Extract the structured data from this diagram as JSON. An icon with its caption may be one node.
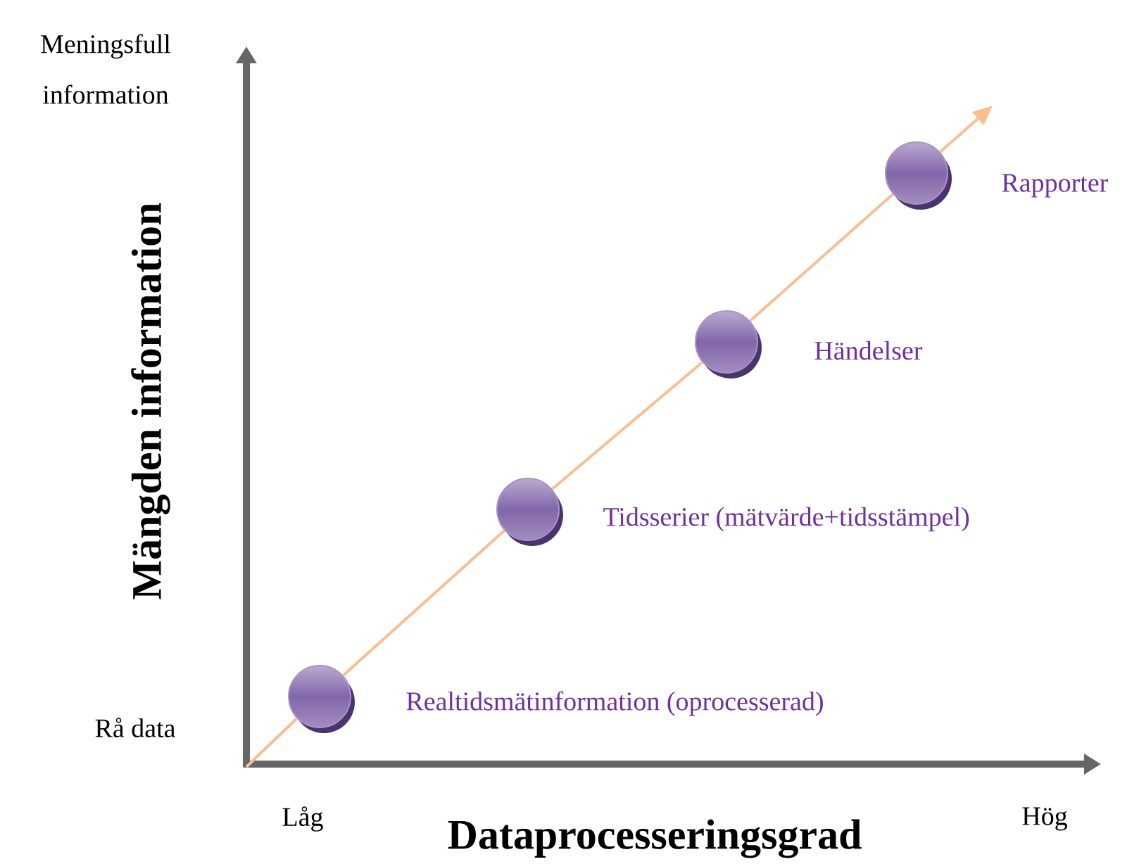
{
  "diagram": {
    "nodes": [
      {
        "text": [],
        "shape": "circle",
        "beside": [
          "Realtidsmätinformation (oprocesserad)"
        ]
      },
      {
        "text": [],
        "shape": "circle",
        "beside": [
          "Tidsserier (mätvärde+tidsstämpel)"
        ]
      },
      {
        "text": [],
        "shape": "circle",
        "beside": [
          "Händelser"
        ]
      },
      {
        "text": [],
        "shape": "circle",
        "beside": [
          "Rapporter"
        ]
      }
    ],
    "edges": [
      {
        "from": null,
        "to": 0,
        "arrow": "none"
      },
      {
        "from": 0,
        "to": 1,
        "arrow": "none"
      },
      {
        "from": 1,
        "to": 2,
        "arrow": "none"
      },
      {
        "from": 2,
        "to": 3,
        "arrow": "none"
      },
      {
        "from": 3,
        "to": null,
        "arrow": "to"
      }
    ],
    "labels": [
      "Meningsfull information",
      "Mängden information",
      "Rå data",
      "Låg",
      "Dataprocesseringsgrad",
      "Hög"
    ]
  }
}
